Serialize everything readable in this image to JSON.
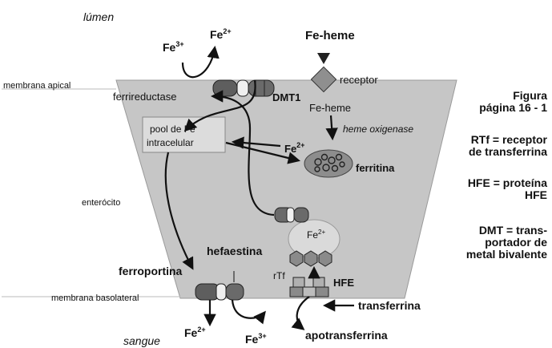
{
  "diagram": {
    "lumen": "lúmen",
    "sangue": "sangue",
    "membrana_apical": "membrana apical",
    "membrana_basolateral": "membrana basolateral",
    "enterocito": "enterócito",
    "fe3_top": "Fe",
    "fe3_top_sup": "3+",
    "fe2_top": "Fe",
    "fe2_top_sup": "2+",
    "fe_heme_top": "Fe-heme",
    "receptor": "receptor",
    "ferrireductase": "ferrireductase",
    "dmt1": "DMT1",
    "fe_heme_in": "Fe-heme",
    "heme_oxigenase": "heme oxigenase",
    "fe2_mid": "Fe",
    "fe2_mid_sup": "2+",
    "pool_line1": "pool de Fe",
    "pool_line2": "intracelular",
    "ferritina": "ferritina",
    "fe2_vesicle": "Fe",
    "fe2_vesicle_sup": "2+",
    "hefaestina": "hefaestina",
    "ferroportina": "ferroportina",
    "rtf": "rTf",
    "hfe": "HFE",
    "transferrina": "transferrina",
    "apotransferrina": "apotransferrina",
    "fe2_bottom": "Fe",
    "fe2_bottom_sup": "2+",
    "fe3_bottom": "Fe",
    "fe3_bottom_sup": "3+"
  },
  "legend": {
    "figura_l1": "Figura",
    "figura_l2": "página 16 - 1",
    "rtf_l1": "RTf = receptor",
    "rtf_l2": "de transferrina",
    "hfe_l1": "HFE = proteína",
    "hfe_l2": "HFE",
    "dmt_l1": "DMT = trans-",
    "dmt_l2": "portador de",
    "dmt_l3": "metal bivalente"
  },
  "colors": {
    "cell_fill": "#c6c6c6",
    "protein_dark": "#6f6f6f",
    "protein_light": "#ededed",
    "pool_fill": "#d9d9d9",
    "ferritina_fill": "#8a8a8a"
  }
}
